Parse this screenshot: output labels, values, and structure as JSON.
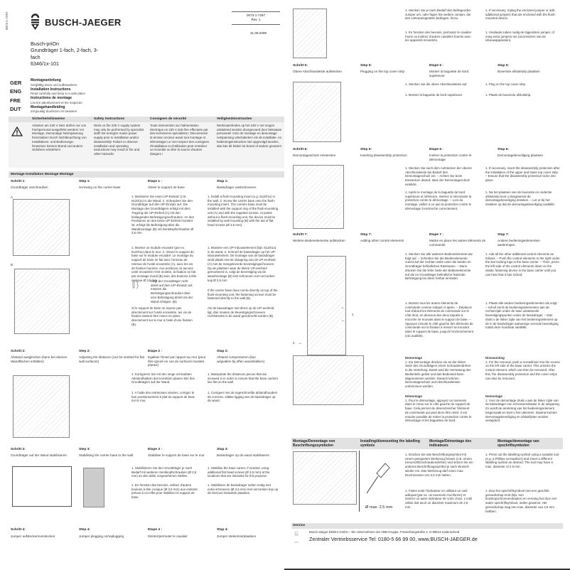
{
  "doc": {
    "side_code": "0073-1-7297",
    "brand": "BUSCH-JAEGER",
    "product_line": "Busch-priOn",
    "product_title_1": "Grundträger 1-fach, 2-fach, 3-",
    "product_title_2": "fach",
    "article_no": "6346/1x-101",
    "doc_no": "0073-1-7297",
    "revision": "Rev. 1",
    "date": "31.08.2009"
  },
  "languages": [
    {
      "code": "GER",
      "title": "Montageanleitung",
      "subtitle": "Sorgfältig lesen und aufbewahren"
    },
    {
      "code": "ENG",
      "title": "Installation Instructions",
      "subtitle": "Read carefully and keep in a safe place"
    },
    {
      "code": "FRE",
      "title": "Instructions de montage",
      "subtitle": "Les lire attentivement et les respecter"
    },
    {
      "code": "DUT",
      "title": "Montagehandleiding",
      "subtitle": "Zorgvuldig doorlezen en bewaren"
    }
  ],
  "safety": {
    "icon": "warning-triangle-icon",
    "headers": [
      "Sicherheitshinweise",
      "Safety instructions",
      "Consignes de sécurité",
      "Veiligheidsinstructies"
    ],
    "texts": [
      "Arbeiten am 230 V Netz dürfen nur von Fachpersonal ausgeführt werden! Vor Montage, Demontage Netzspannung freischalten! Durch Nichtbeachtung von Installations- und Bedienungs-hinweisen können Brand und andere Gefahren entstehen!",
      "Work on the 230 V supply system may only be performed by specialist staff! De-energize mains power supply prior to installation and/or disassembly! Failure to observe installation and operating instructions may result in fire and other hazards!",
      "Toute intervention sur l'alimentation électrique en 230 V doit être effectuée par des techniciens spécialisés ! Déconnecter la tension secteur avant tout montage et démontage! Le non-respect des consignes d'installation et d'utilisation peut entraîner un incendie ou être la source d'autres dangers !",
      "Werkzaamheden op het 230 V net mogen uitsluitend worden doorgevoerd door bekwaam personeel! Vóór de montage en demontage netspanning uitschakelen! Als de installatie- en bedieningsinstructies niet opgevolgd worden, dan kan dit leiden tot brand of andere gevaren!"
    ]
  },
  "montage_bar": "Montage  Installation  Montage  Montage",
  "steps": [
    {
      "labels": [
        "Schritt 1:",
        "Step 1:",
        "Etape 1 :",
        "Stap 1:"
      ],
      "titles": [
        "Grundträger anschrauben",
        "Screwing on the carrier base",
        "Visser le support de base",
        "Basisdrager vastschroeven"
      ],
      "fig_labels": [
        "A",
        "B"
      ],
      "texts": {
        "de": "1. Montieren Sie einen UP-Einsatz (z.B. 6120/1x) in die Wand. 2. Schrauben Sie den Grundträger auf den UP-Einsatz auf. Die Montage des Grundträgers erfolgt mit dem Tragring der UP-Einheit (A) mit den beiliegenden Befestigungsschrauben. An den Positionen an den keine UP-Einheit montiert ist, erfolgt die Befestigung über die Wandmontage (B) mit Senkkopfschrauben Ø 3,5 mm",
        "fr": "1. Montez un module encastré (par ex. 6120/1x) dans le mur. 2. Vissez le support de base sur le module encastré. Le montage du support de base se fait avec l'anneau de retenue de l'unité encastrée (A), avec les vis de fixation fournies. Aux positions où aucune unité encastrée n'est montée, la fixation se fait par montage mural (B) avec des boulons à tête conique Ø 3,5 mm",
        "en": "1. Install a flush-mounting insert (e.g. 6120/1x) in the wall. 2. Screw the carrier base onto the flush-mounting insert. The carriers base must be installed with the support ring of the flush-mounting unit (A) and with the supplied screws. At points without a flush-mounting unit, the device must be installed by wall mounting (B) with the aid of flat head screws (Ø 3.5 mm).",
        "nl": "1. Monteer een UP-inbouwelement (bijv. 6120/1x) in de wand. 2. Schroef de basisdrager op het UP-inbouwelement. De montage van de basisdrager vindt plaats met de draagring van de UP-eenheid (A) met de meegeleverde bevestigingschroeven. Op de plaatsen waar de kleine UP-eenheid gemonteerd is, volgt de bevestiging via de wandmontage (B) met schroeven met verzonken kop Ø 3,5 mm",
        "note_de": "Liegt der Grundträger nicht direkt auf dem UP-Einsatz auf, müssen die Befestigungsschrauben über eine Befestigung direkt mit der Wand erfolgen. (B)",
        "note_en": "If the carrier base does not lie directly on top of the flush-mounting unit, the fastening screws must be fastened directly to the wall (B).",
        "note_fr": "Si le support de base ne repose pas directement sur l'unité encastrée, les vis de fixation doivent être mises en place directement sur le mur à l'aide d'une fixation (B).",
        "note_nl": "Als de basisdrager niet direct op de UP-eenheid ligt, dan moeten de bevestigingschroeven rechtstreeks in de wand geschroefd worden (B)."
      }
    },
    {
      "labels": [
        "Schritt 2:",
        "Step 2:",
        "Etape 2 :",
        "Stap 2:"
      ],
      "titles": [
        "Abstand ausgleichen (kann bei ebenen Wandflächen entfallen)",
        "Adjusting the distance (can be omitted for flat wall surfaces)",
        "Egaliser l'écart par rapport au mur (peut être ignoré en cas de surfaces murales planes)",
        "Afstand compenseren (kan wegvallen bij effen wandvlakken)"
      ],
      "texts": {
        "de": "1. Korrigieren Sie mit den einge-schraubten Abstandhaltern den korrekten planen Sitz des Grundträgers auf der Wand.",
        "fr": "1. A l'aide des entretoises vissées, corrigez le bon positionnement à plat du support de base sur le mur.",
        "en": "1. Manipulate the distances pieces that are screwed in in order to ensure that the base carriers lies flat on the wall.",
        "nl": "1. Corrigeer met de ingeschroefde afstandhouders de correcte, vlakke ligging van de basisdrager op de wand."
      }
    },
    {
      "labels": [
        "Schritt 3:",
        "Step 3:",
        "Etape 3 :",
        "Stap 3:"
      ],
      "titles": [
        "Grundträger auf der Wand stabilisieren",
        "Stabilising the carrier base to the wall",
        "Stabiliser le support de base sur le mur",
        "Basisdrager op de wand stabiliseren"
      ],
      "texts": {
        "de": "1. Stabilisieren Sie den Grundträger je nach Bedarf mit weiteren Senkkopfschrauben (Ø 3,5 mm) an den dafür vorgesehenen Stellen.",
        "fr": "1. En fonction des besoins, utilisez d'autres boulons à tête conique (Ø 3,5 mm) aux endroits prévus à cet effet pour stabiliser le support de base.",
        "en": "1. Stabilise the base carrier, if needed, using additional flat head screws (Ø 3.5 mm) at the locations that are intended for this purpose.",
        "nl": "1. Stabiliseer de basisdrager indien nodig met extra schroeven (Ø 3,5 mm) met verzonken kop op de hiervoor bedoelde plaatsen."
      }
    },
    {
      "labels": [
        "Schritt 4:",
        "Step 4:",
        "Etape 4 :",
        "Stap 4:"
      ],
      "titles": [
        "Jumper aufstecken/umstecken",
        "Jumper plugging on/replugging",
        "Monter/permuter le cavalier",
        "Jumper steken/verplaatsen"
      ],
      "texts": {
        "de": "1. Stecken Sie je nach Bedarf den beiliegenden Jumper um, oder fügen Sie weitere Jumper, die den Unterputzgeräten beiliegen, hinzu.",
        "fr": "1. En fonction des besoins, permutez le cavalier fourni ou insérez d'autres cavaliers fournis avec les appareils encastrés.",
        "en": "1. If necessary, replug the enclosed jumper or add additional jumpers that are enclosed with the flush-mounted device.",
        "nl": "1. Verplaats indien nodig de bijgesloten jumper, of voeg extra jumpers toe (accessoires van de inbouwapparaten)."
      }
    },
    {
      "labels": [
        "Schritt 5:",
        "Step 5:",
        "Etape 5 :",
        "Stap 5:"
      ],
      "titles": [
        "Obere Abschlussleiste aufstecken",
        "Plugging on the top cover strip",
        "Monter la baguette de bord supérieure",
        "Bovenste afsluitstrip plaatsen"
      ],
      "texts": {
        "de": "1. Stecken Sie die obere Abschlussleiste auf.",
        "fr": "1. Montez la baguette de bord supérieure.",
        "en": "1. Plug on the top cover strip.",
        "nl": "1. Plaats de bovenste afsluitstrip."
      }
    },
    {
      "labels": [
        "Schritt 6:",
        "Step 6:",
        "Etape 6 :",
        "Stap 6:"
      ],
      "titles": [
        "Demontageschutz einstecken",
        "Inserting disassembly protection",
        "Insérer la protection contre le démontage",
        "Demontagebeveiliging plaatsen"
      ],
      "texts": {
        "de": "1. Stecken Sie nach dem Aufstecken der oberen Abschlussleiste bei Bedarf den Demontageschutz ein. – Achten Sie beim Einstecken darauf, dass der Demontageschutz einklickt.",
        "fr": "1. Après le montage de la baguette de bord supérieure et inférieure, insérez si nécessaire la protection contre le démontage. – Lors du montage, veillez à ce que la protection contre le démontage s'enclenche correctement.",
        "en": "1. If necessary, insert the disassembly protection after the installation of the upper and lower top cover strip. – Ensure that the disassembly protection locks into place.",
        "nl": "1. Na het plaatsen van de bovenste en onderste afsluitstrip kunt u desgewenst de demontagebeveiliging insteken. – Let er bij het insteken op dat de demontagebeveiliging vastklikt."
      }
    },
    {
      "labels": [
        "Schritt 7:",
        "Step 7:",
        "Etape 7 :",
        "Stap 7:"
      ],
      "titles": [
        "Weitere Bedienelemente aufstecken",
        "Adding other control elements",
        "Mettre en place les autres éléments de commande",
        "Andere bedieningselementen aanbrengen"
      ],
      "fig_labels": [
        "2",
        "1"
      ],
      "texts": {
        "de": "1. Stecken Sie alle weiteren Bedienelemente wie folgt auf. – Schieben Sie die Bedienelemente zuerst auf der rechten Seite unter die beiden im Grundträger befindlichen Rastnasen. – Dann drücken Sie die linke Seite der Bedienelemente auf die im Grundträger befindliche federnde Befestigung bis diese hörbar einrastet.",
        "fr": "1. Montez tous les autres éléments de commande comme indiqué ci-après. – Déplacez tout d'abord les éléments de commande sur le côté droit, en dessous des deux taquets à encoche se trouvant dans le support de base. – Appuyez ensuite le côté gauche des éléments de commande sur la fixation à ressort se trouvant dans le support de base, jusqu'à l'enclenchement (clic audible).",
        "en": "1. Add all the other additional control elements as follows: – Push the control elements to the right under the two locking lugs in the base carrier. – Then, press the left side of the control elements down on the elastic fastening device in the base carrier until you can hear that it has locked.",
        "nl": "1. Plaats alle andere bedieningselementen als volgt: – schuif eerst de bedieningselementen aan de rechterzijde onder de twee uitstekende bevestigingspunten onder de basisdrager. – Dan drukt u de linker zijde van het bedieningselement op de in de basisdrager aanwezige verende bevestiging totdat deze hoorbaar vastklikt."
      }
    }
  ],
  "demontage": {
    "de_title": "Demontage",
    "de_text": "1. Zur Demontage drücken sie an der linken Seite des Grundträgers einen Schraubendreher in die Vertiefung. Damit wird die Verrastung des Bedienteils gelöst und das Bedienteil kann abgenommen werden. Danach können Demontageschutz und Abschlussleisten entnommen werden.",
    "en_title": "Dismounting",
    "en_text": "1. For the removal, push a screwdriver into the recess on the left side of the base carrier. This unlocks the control element, which can then be removed. After this, the disassembly protection and the cover strips can also be removed.",
    "fr_title": "Démontage",
    "fr_text": "1. Pour le démontage, appuyez un tournevis dans le creux sur le côté gauche du support de base. Cela permet de désenclencher l'élément de commande qui peut alors être retiré. Il est ensuite possible de retirer la protection contre le démontage et les baguettes de bord.",
    "nl_title": "Demontage",
    "nl_text": "1. Voor de demontage drukt u aan de linker zijde van de basisdrager een schroevendraaier in de uitsparing. Zo wordt de arretering van het bedieningselement losgemaakt en kunt u het uitnemen. Daarna kunnen demontagebeveiliging en afsluitlijsten worden verwijderd."
  },
  "labelling": {
    "headers": [
      "Montage/Demontage von Beschriftungssymbolen",
      "Installing/dismounting the labelling symbols",
      "Montage/Démontage des indicateurs",
      "Montage/demontage van opschriftsymbolen"
    ],
    "tool_label": "Ø max. 2,5 mm",
    "de": "1. Drücken Sie das Beschriftungssymbol mit einem geeigneten Werkzeug heraus (z.B. einem Kreuzschlitzschraubendreher) und setzen Sie ein anderes Beschriftungssymbol je nach Wunsch wieder ein. Das Werkzeug darf einen max. Durchmesser von 2,5 mm haben.",
    "en": "1. Press out the labelling symbol using a suitable tool (e.g. a Phillips screwdriver) and insert a different labelling symbol as desired. The tool may have a max. diameter of 2.5 mm.",
    "fr": "1. Faites sortir l'indicateur en utilisant un outil adéquat (par ex. un tournevis cruciforme) et insérez un autre indicateur de votre choix. L'outil utilisé doit avoir un diamètre maximum de 2,5 mm.",
    "nl": "1. Duw het opschriftsymbool met een geschikt gereedschap eruit (bijv. een kruiskopschroevendraaier) en vervang het door een ander opschriftsymbool, indien gewenst. Het gereedschap mag een max. diameter van 2,5 mm hebben."
  },
  "service": {
    "title": "Service",
    "company": "Busch-Jaeger Elektro GmbH – Ein Unternehmen der ABB-Gruppe, Freisenbergstraße 2, D-58513 Lüdenscheid",
    "hotline": "Zentraler Vertriebsservice Tel: 0180-5 66 99 00, www.BUSCH-JAEGER.de"
  }
}
